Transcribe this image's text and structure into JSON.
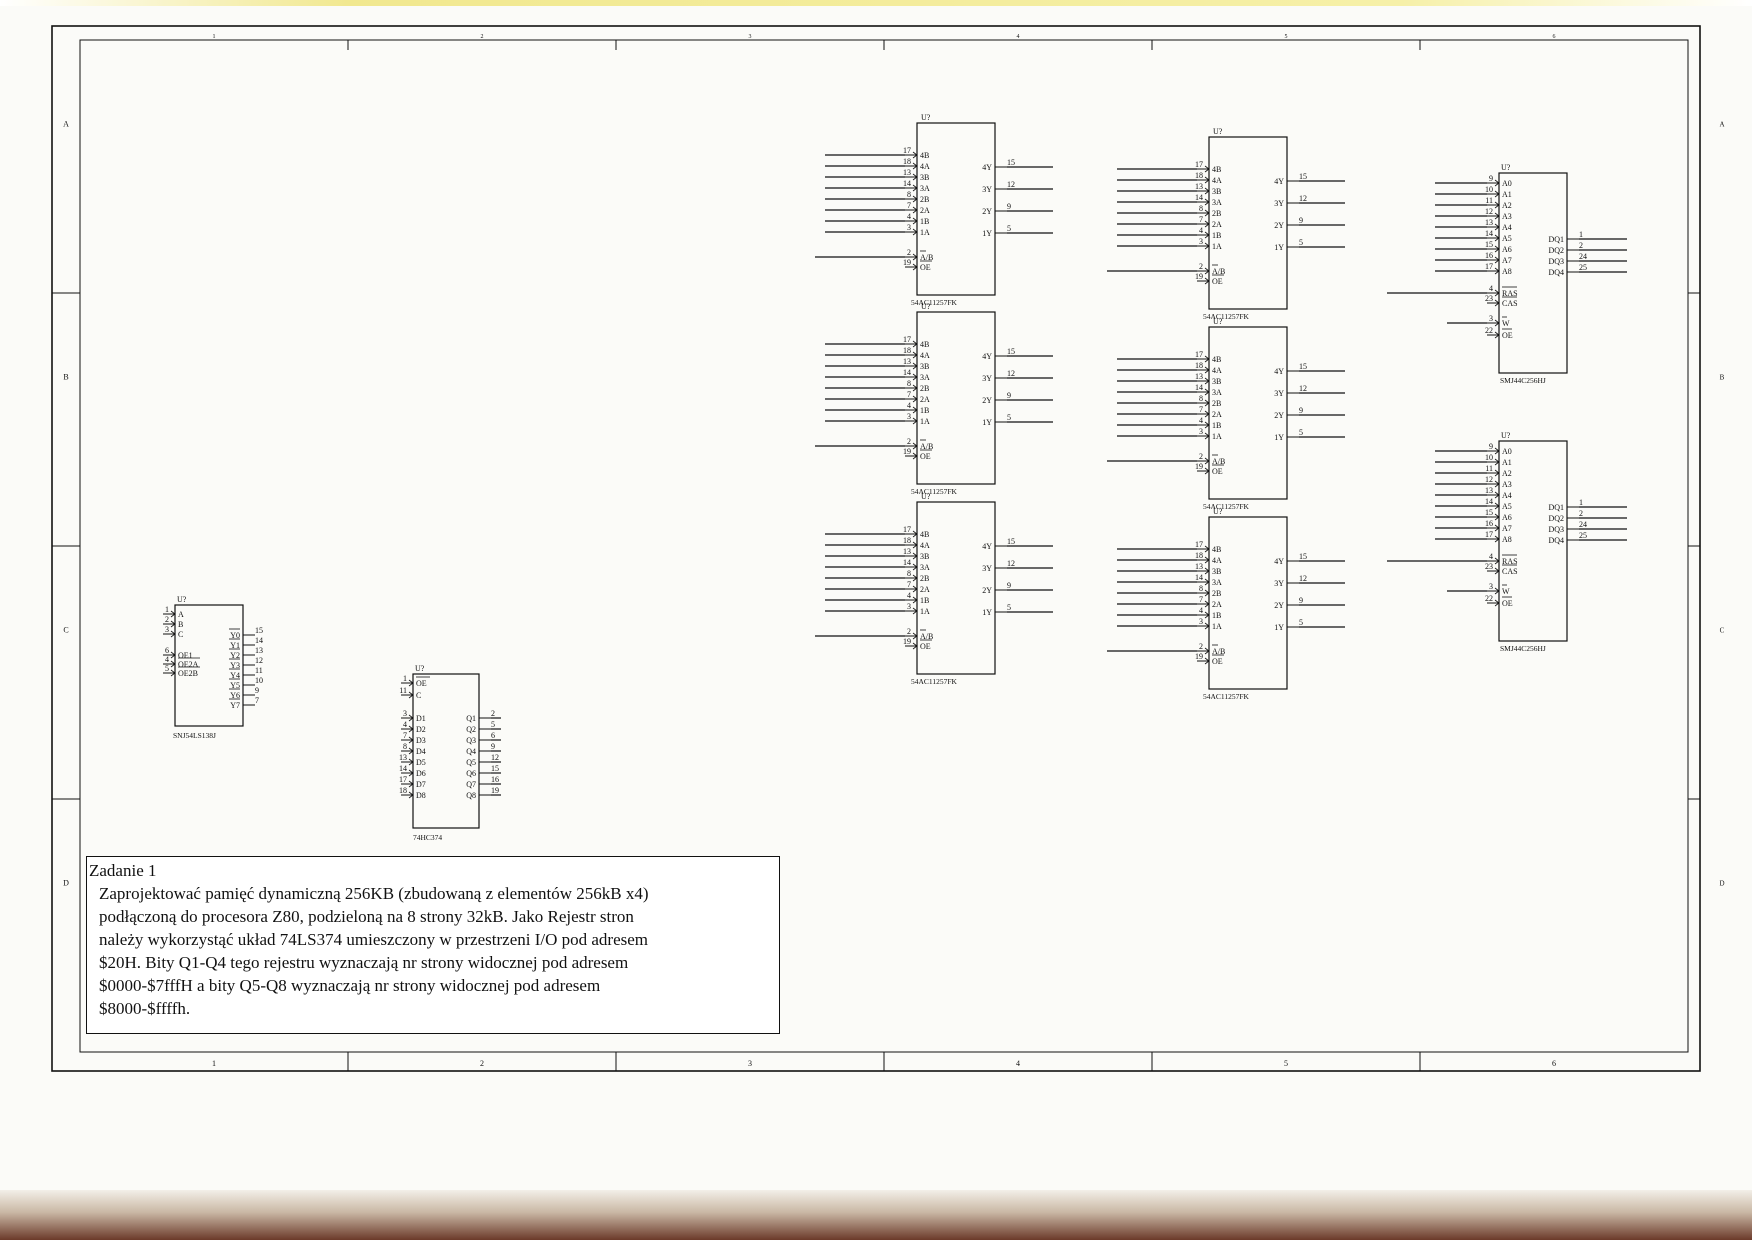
{
  "border": {
    "cols": [
      "1",
      "2",
      "3",
      "4",
      "5",
      "6"
    ],
    "rows": [
      "A",
      "B",
      "C",
      "D"
    ]
  },
  "chips": {
    "mux": {
      "ref": "U?",
      "part": "54AC11257FK",
      "inputs": [
        [
          "17",
          "4B"
        ],
        [
          "18",
          "4A"
        ],
        [
          "13",
          "3B"
        ],
        [
          "14",
          "3A"
        ],
        [
          "8",
          "2B"
        ],
        [
          "7",
          "2A"
        ],
        [
          "4",
          "1B"
        ],
        [
          "3",
          "1A"
        ]
      ],
      "controls": [
        [
          "2",
          "A/B"
        ],
        [
          "19",
          "OE"
        ]
      ],
      "outputs": [
        [
          "15",
          "4Y"
        ],
        [
          "12",
          "3Y"
        ],
        [
          "9",
          "2Y"
        ],
        [
          "5",
          "1Y"
        ]
      ]
    },
    "dram": {
      "ref": "U?",
      "part": "SMJ44C256HJ",
      "addr": [
        [
          "9",
          "A0"
        ],
        [
          "10",
          "A1"
        ],
        [
          "11",
          "A2"
        ],
        [
          "12",
          "A3"
        ],
        [
          "13",
          "A4"
        ],
        [
          "14",
          "A5"
        ],
        [
          "15",
          "A6"
        ],
        [
          "16",
          "A7"
        ],
        [
          "17",
          "A8"
        ]
      ],
      "data": [
        [
          "1",
          "DQ1"
        ],
        [
          "2",
          "DQ2"
        ],
        [
          "24",
          "DQ3"
        ],
        [
          "25",
          "DQ4"
        ]
      ],
      "ctrl": [
        [
          "4",
          "RAS"
        ],
        [
          "23",
          "CAS"
        ],
        [
          "3",
          "W"
        ],
        [
          "22",
          "OE"
        ]
      ]
    },
    "decoder": {
      "ref": "U?",
      "part": "SNJ54LS138J",
      "inputs": [
        [
          "1",
          "A"
        ],
        [
          "2",
          "B"
        ],
        [
          "3",
          "C"
        ]
      ],
      "enables": [
        [
          "6",
          "OE1"
        ],
        [
          "4",
          "OE2A"
        ],
        [
          "5",
          "OE2B"
        ]
      ],
      "outputs": [
        [
          "15",
          "Y0"
        ],
        [
          "14",
          "Y1"
        ],
        [
          "13",
          "Y2"
        ],
        [
          "12",
          "Y3"
        ],
        [
          "11",
          "Y4"
        ],
        [
          "10",
          "Y5"
        ],
        [
          "9",
          "Y6"
        ],
        [
          "7",
          "Y7"
        ]
      ]
    },
    "latch": {
      "ref": "U?",
      "part": "74HC374",
      "top": [
        [
          "1",
          "OE"
        ],
        [
          "11",
          "C"
        ]
      ],
      "inputs": [
        [
          "3",
          "D1"
        ],
        [
          "4",
          "D2"
        ],
        [
          "7",
          "D3"
        ],
        [
          "8",
          "D4"
        ],
        [
          "13",
          "D5"
        ],
        [
          "14",
          "D6"
        ],
        [
          "17",
          "D7"
        ],
        [
          "18",
          "D8"
        ]
      ],
      "outputs": [
        [
          "2",
          "Q1"
        ],
        [
          "5",
          "Q2"
        ],
        [
          "6",
          "Q3"
        ],
        [
          "9",
          "Q4"
        ],
        [
          "12",
          "Q5"
        ],
        [
          "15",
          "Q6"
        ],
        [
          "16",
          "Q7"
        ],
        [
          "19",
          "Q8"
        ]
      ]
    }
  },
  "task": {
    "title": "Zadanie 1",
    "lines": [
      "Zaprojektować pamięć dynamiczną 256KB (zbudowaną z elementów 256kB x4)",
      "podłączoną do procesora Z80, podzieloną na 8 strony 32kB. Jako Rejestr stron",
      "należy wykorzystąć  układ 74LS374 umieszczony w przestrzeni I/O pod adresem",
      "$20H. Bity Q1-Q4 tego rejestru wyznaczają nr strony widocznej pod adresem",
      "$0000-$7fffH a bity Q5-Q8 wyznaczają nr strony widocznej pod adresem",
      "$8000-$ffffh."
    ]
  }
}
